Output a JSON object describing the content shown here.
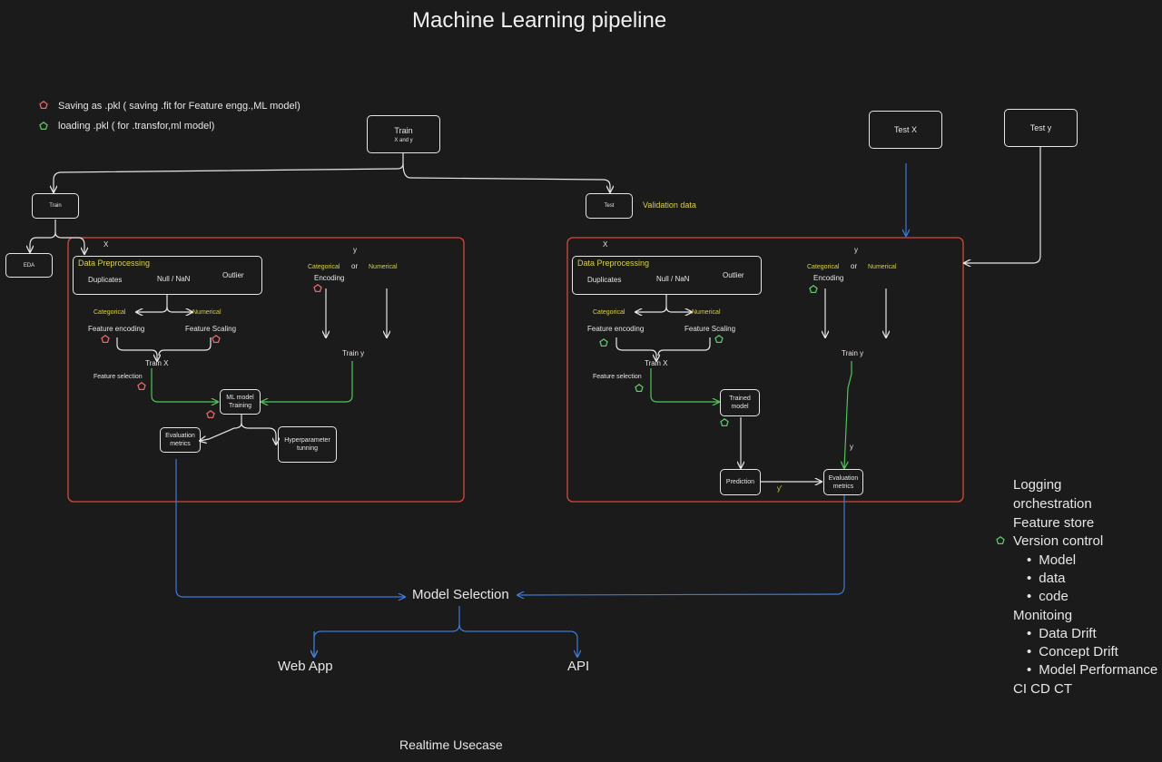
{
  "title": "Machine Learning pipeline",
  "legend": {
    "items": [
      {
        "label": "Saving as .pkl ( saving .fit for Feature engg.,ML model)",
        "marker_color": "#e06868"
      },
      {
        "label": "loading .pkl ( for .transfor,ml model)",
        "marker_color": "#5fc46a"
      }
    ]
  },
  "top": {
    "train_box": {
      "title": "Train",
      "subtitle": "X and y"
    },
    "test_x": "Test X",
    "test_y": "Test y",
    "train_small": "Train",
    "test_small": "Test",
    "validation_label": "Validation data",
    "eda": "EDA"
  },
  "left_panel": {
    "x_label": "X",
    "y_label": "y",
    "preprocessing_title": "Data Preprocessing",
    "duplicates": "Duplicates",
    "null_nan": "Null / NaN",
    "outlier": "Outlier",
    "categorical": "Categorical",
    "numerical": "Numerical",
    "feature_encoding": "Feature encoding",
    "feature_scaling": "Feature Scaling",
    "train_x": "Train X",
    "feature_selection": "Feature selection",
    "ml_model_line1": "ML model",
    "ml_model_line2": "Training",
    "eval_line1": "Evaluation",
    "eval_line2": "metrics",
    "hyper_line1": "Hyperparameter",
    "hyper_line2": "tunning",
    "y_categorical": "Categorical",
    "y_or": "or",
    "y_numerical": "Numerical",
    "y_encoding": "Encoding",
    "train_y": "Train y"
  },
  "right_panel": {
    "x_label": "X",
    "y_label": "y",
    "preprocessing_title": "Data Preprocessing",
    "duplicates": "Duplicates",
    "null_nan": "Null / NaN",
    "outlier": "Outlier",
    "categorical": "Categorical",
    "numerical": "Numerical",
    "feature_encoding": "Feature encoding",
    "feature_scaling": "Feature Scaling",
    "train_x": "Train X",
    "feature_selection": "Feature selection",
    "trained_line1": "Trained",
    "trained_line2": "model",
    "prediction": "Prediction",
    "y_pred": "y'",
    "y_true": "y",
    "eval_line1": "Evaluation",
    "eval_line2": "metrics",
    "y_categorical": "Categorical",
    "y_or": "or",
    "y_numerical": "Numerical",
    "y_encoding": "Encoding",
    "train_y": "Train y"
  },
  "bottom": {
    "model_selection": "Model Selection",
    "web_app": "Web App",
    "api": "API",
    "realtime": "Realtime Usecase"
  },
  "side_list": {
    "logging": "Logging",
    "orchestration": "orchestration",
    "feature_store": "Feature store",
    "version_control": "Version control",
    "vc_items": [
      "Model",
      "data",
      "code"
    ],
    "monitoring": "Monitoing",
    "mon_items": [
      "Data Drift",
      "Concept Drift",
      "Model Performance"
    ],
    "cicd": "CI CD CT"
  },
  "colors": {
    "background": "#1b1b1b",
    "line": "#e6e6e6",
    "panel_border": "#d9483b",
    "blue_arrow": "#3b7bd8",
    "green_arrow": "#4fc65a",
    "highlight_text": "#d8d23e",
    "save_marker": "#e06868",
    "load_marker": "#5fc46a"
  }
}
